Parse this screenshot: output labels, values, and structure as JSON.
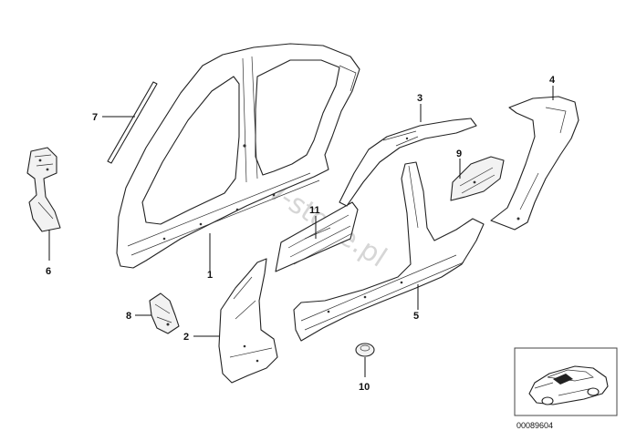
{
  "callouts": [
    {
      "id": "1",
      "label": "1"
    },
    {
      "id": "2",
      "label": "2"
    },
    {
      "id": "3",
      "label": "3"
    },
    {
      "id": "4",
      "label": "4"
    },
    {
      "id": "5",
      "label": "5"
    },
    {
      "id": "6",
      "label": "6"
    },
    {
      "id": "7",
      "label": "7"
    },
    {
      "id": "8",
      "label": "8"
    },
    {
      "id": "9",
      "label": "9"
    },
    {
      "id": "10",
      "label": "10"
    },
    {
      "id": "11",
      "label": "11"
    }
  ],
  "watermark": "www.BMW-stone.pl",
  "reference_number": "00089604"
}
